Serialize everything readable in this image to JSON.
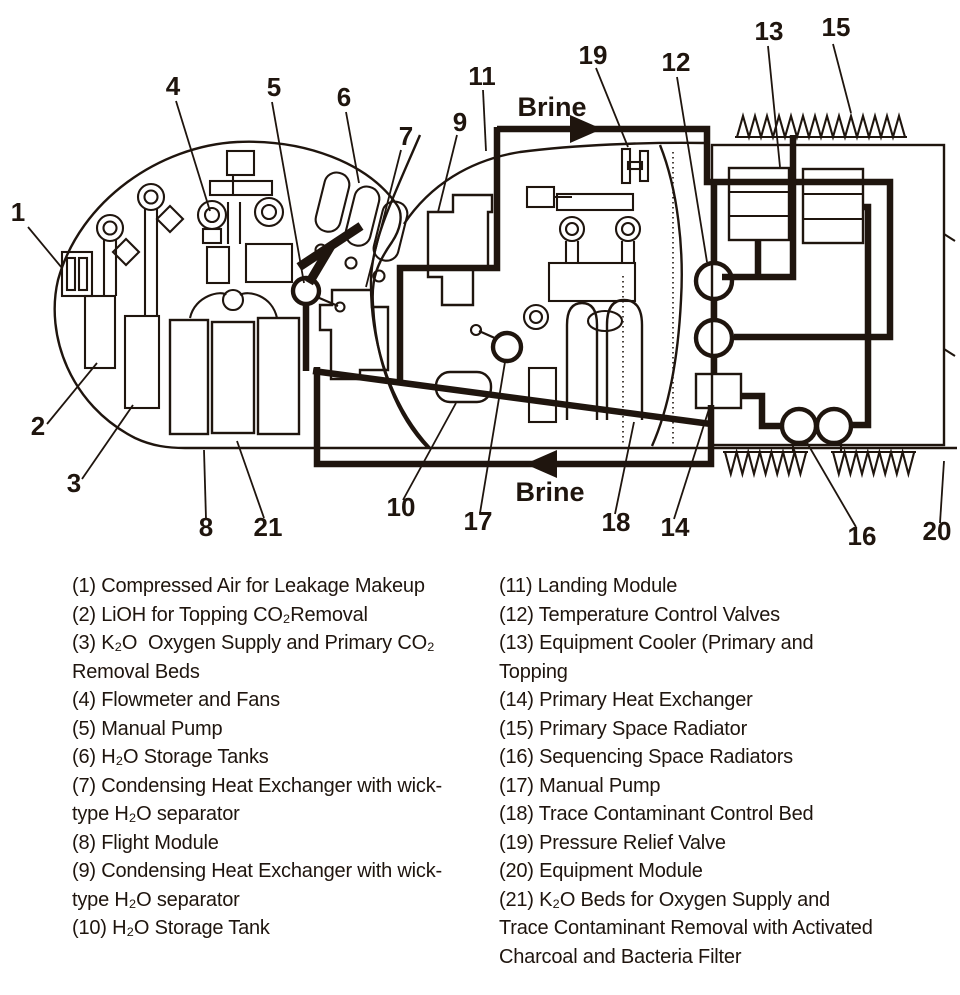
{
  "colors": {
    "ink": "#1f150e",
    "background": "#ffffff"
  },
  "diagram": {
    "brine_top": "Brine",
    "brine_bottom": "Brine",
    "callouts": [
      {
        "n": "1"
      },
      {
        "n": "2"
      },
      {
        "n": "3"
      },
      {
        "n": "4"
      },
      {
        "n": "5"
      },
      {
        "n": "6"
      },
      {
        "n": "7"
      },
      {
        "n": "8"
      },
      {
        "n": "9"
      },
      {
        "n": "10"
      },
      {
        "n": "11"
      },
      {
        "n": "12"
      },
      {
        "n": "13"
      },
      {
        "n": "14"
      },
      {
        "n": "15"
      },
      {
        "n": "16"
      },
      {
        "n": "17"
      },
      {
        "n": "18"
      },
      {
        "n": "19"
      },
      {
        "n": "20"
      },
      {
        "n": "21"
      }
    ]
  },
  "legend": {
    "left": [
      "(1) Compressed Air for Leakage Makeup",
      "(2) LiOH for Topping CO₂Removal",
      "(3) K₂O  Oxygen Supply and Primary CO₂ Removal Beds",
      "(4) Flowmeter and Fans",
      "(5) Manual Pump",
      "(6) H₂O Storage Tanks",
      "(7) Condensing Heat Exchanger with wick-type H₂O separator",
      "(8) Flight Module",
      "(9) Condensing Heat Exchanger with wick-type H₂O separator",
      "(10) H₂O Storage Tank"
    ],
    "right": [
      "(11) Landing Module",
      "(12) Temperature Control Valves",
      "(13) Equipment Cooler (Primary and Topping",
      "(14) Primary Heat Exchanger",
      "(15) Primary Space Radiator",
      "(16) Sequencing Space Radiators",
      "(17) Manual Pump",
      "(18) Trace Contaminant Control Bed",
      "(19) Pressure Relief Valve",
      "(20) Equipment Module",
      "(21) K₂O Beds for Oxygen Supply and Trace Contaminant Removal with Activated Charcoal and Bacteria Filter"
    ]
  }
}
